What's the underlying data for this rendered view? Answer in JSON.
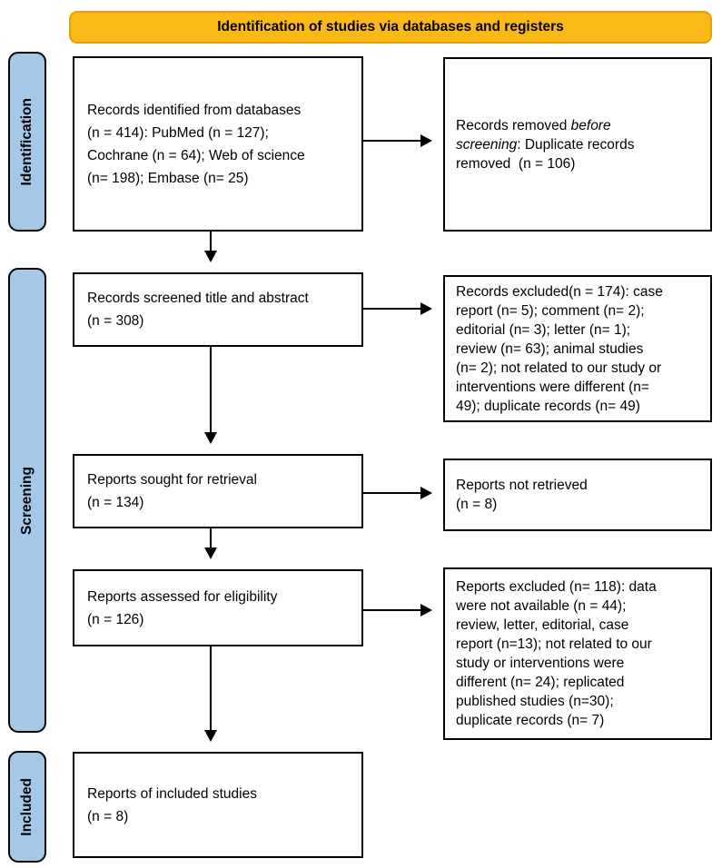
{
  "banner": {
    "title": "Identification of studies via databases and registers"
  },
  "colors": {
    "banner_fill": "#FBB917",
    "banner_border": "#DFA010",
    "stage_fill": "#A6C8E8"
  },
  "stages": [
    {
      "id": "identification",
      "label": "Identification"
    },
    {
      "id": "screening",
      "label": "Screening"
    },
    {
      "id": "included",
      "label": "Included"
    }
  ],
  "boxes": {
    "identified": "Records identified from databases\n(n = 414): PubMed (n = 127);\nCochrane (n = 64); Web of science\n(n= 198); Embase (n= 25)",
    "removed": {
      "prefix": "Records removed ",
      "italic": "before\nscreening",
      "suffix": ": Duplicate records\nremoved  (n = 106)"
    },
    "screened": "Records screened title and abstract\n(n = 308)",
    "excluded_screening": "Records excluded(n = 174): case\nreport (n= 5); comment (n= 2);\neditorial (n= 3); letter (n= 1);\nreview (n= 63); animal studies\n(n= 2); not related to our study or\ninterventions were different (n=\n49); duplicate records (n= 49)",
    "sought": "Reports sought for retrieval\n(n = 134)",
    "not_retrieved": "Reports not retrieved\n(n = 8)",
    "assessed": "Reports assessed for eligibility\n(n = 126)",
    "excluded_eligibility": "Reports excluded (n= 118): data\nwere not available (n = 44);\nreview, letter, editorial, case\nreport (n=13); not related to our\nstudy or interventions were\ndifferent (n= 24); replicated\npublished studies (n=30);\nduplicate records (n= 7)",
    "included": "Reports of included studies\n(n = 8)"
  }
}
